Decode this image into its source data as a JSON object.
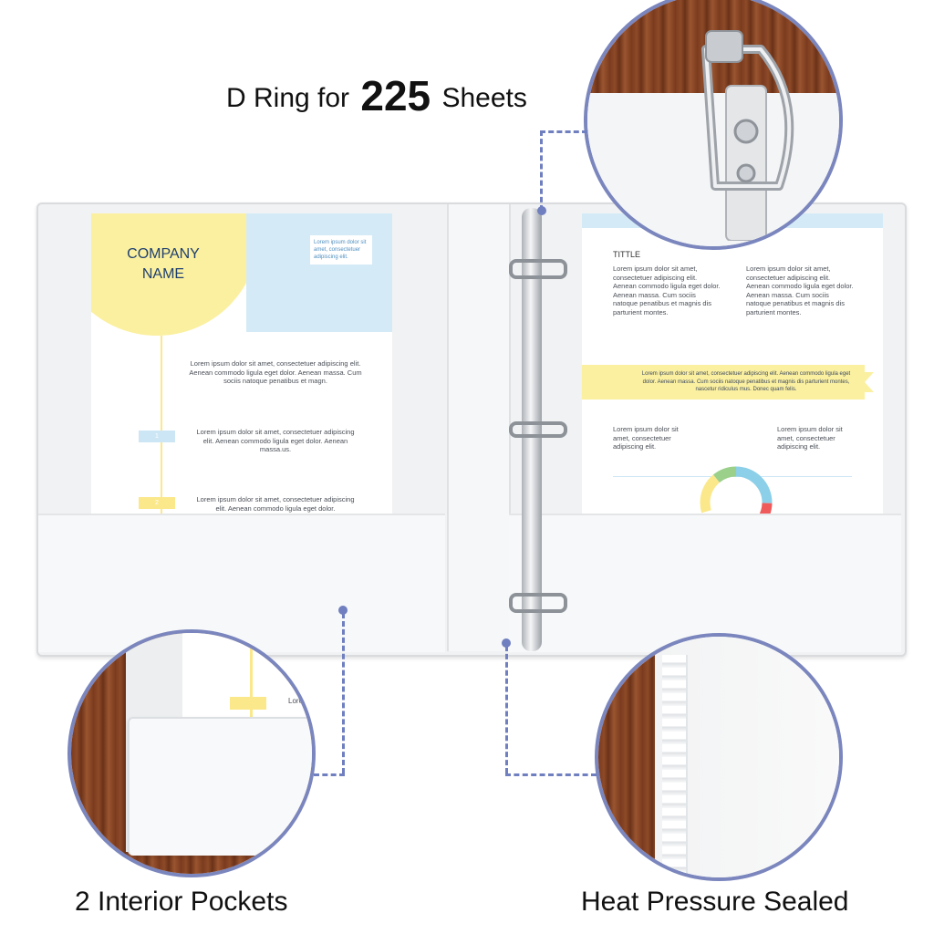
{
  "headline": {
    "prefix": "D Ring for",
    "number": "225",
    "suffix": "Sheets"
  },
  "captions": {
    "left": "2 Interior Pockets",
    "right": "Heat Pressure Sealed"
  },
  "left_page": {
    "company": "COMPANY NAME",
    "bubble": "Lorem ipsum dolor sit amet, consectetuer adipiscing elit.",
    "para1": "Lorem ipsum dolor sit amet, consectetuer adipiscing elit. Aenean commodo ligula eget dolor. Aenean massa. Cum sociis natoque penatibus et magn.",
    "step1_num": "1",
    "step1": "Lorem ipsum dolor sit amet, consectetuer adipiscing elit. Aenean commodo ligula eget dolor. Aenean massa.us.",
    "step2_num": "2",
    "step2": "Lorem ipsum dolor sit amet, consectetuer adipiscing elit. Aenean commodo ligula eget dolor."
  },
  "right_page": {
    "title": "TITTLE",
    "col1": "Lorem ipsum dolor sit amet, consectetuer adipiscing elit. Aenean commodo ligula eget dolor. Aenean massa. Cum sociis natoque penatibus et magnis dis parturient montes.",
    "col2": "Lorem ipsum dolor sit amet, consectetuer adipiscing elit. Aenean commodo ligula eget dolor. Aenean massa. Cum sociis natoque penatibus et magnis dis parturient montes.",
    "banner": "Lorem ipsum dolor sit amet, consectetuer adipiscing elit. Aenean commodo ligula eget dolor. Aenean massa. Cum sociis natoque penatibus et magnis dis parturient montes, nascetur ridiculus mus. Donec quam felis.",
    "small1": "Lorem ipsum dolor sit amet, consectetuer adipiscing elit.",
    "small2": "Lorem ipsum dolor sit amet, consectetuer adipiscing elit."
  },
  "zoom_left": {
    "step_text": "Lore"
  },
  "colors": {
    "accent": "#6f7fbf",
    "yellow": "#fbf0a0",
    "light_blue": "#d4ebf7",
    "text_blue": "#1f3f6e"
  }
}
